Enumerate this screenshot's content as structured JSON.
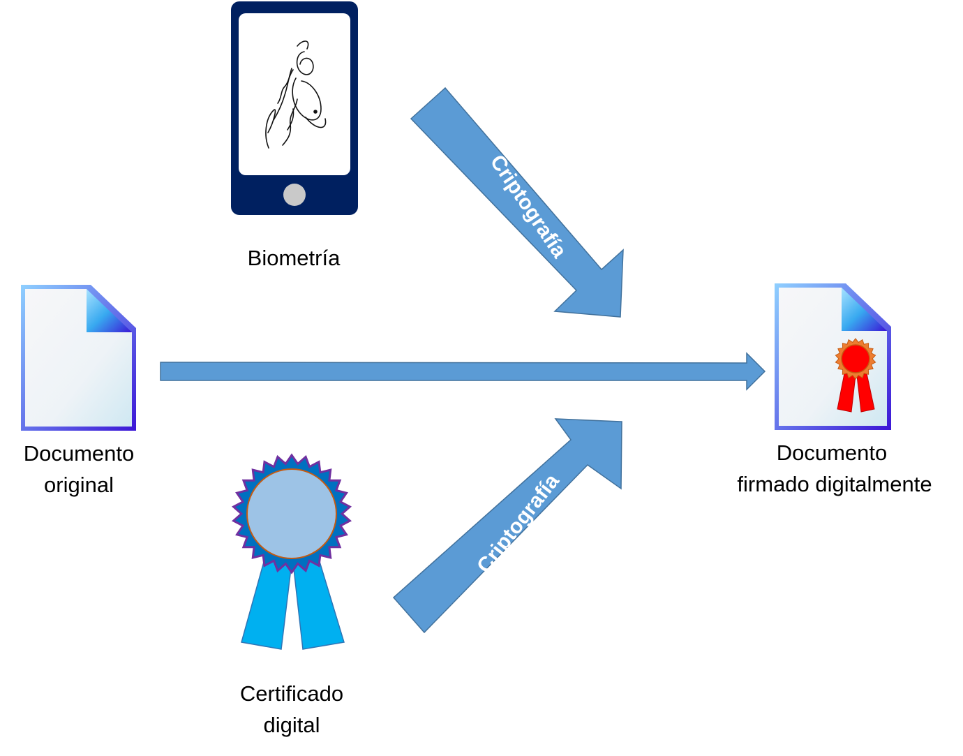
{
  "nodes": {
    "biometria": {
      "label": "Biometría",
      "icon": "phone-signature-icon"
    },
    "documento_original": {
      "lines": [
        "Documento",
        "original"
      ],
      "icon": "document-icon"
    },
    "certificado_digital": {
      "lines": [
        "Certificado",
        "digital"
      ],
      "icon": "award-ribbon-icon"
    },
    "documento_firmado": {
      "lines": [
        "Documento",
        "firmado digitalmente"
      ],
      "icon": "signed-document-icon"
    }
  },
  "arrows": {
    "top": {
      "label": "Criptografía"
    },
    "bottom": {
      "label": "Criptografía"
    }
  },
  "colors": {
    "arrow_fill": "#5b9bd5",
    "phone_body": "#002060",
    "doc_border": "#3b16d6",
    "ribbon": "#00b0f0",
    "medal": "#9dc3e6",
    "seal": "#ff0000"
  }
}
